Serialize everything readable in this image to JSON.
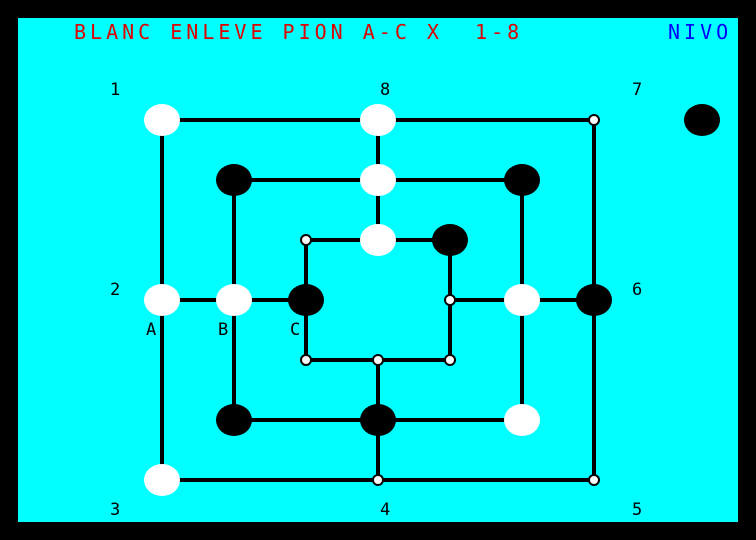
{
  "status_line": "BLANC ENLEVE PION A-C X  1-8",
  "level_label": "NIVO",
  "colors": {
    "background": "#00ffff",
    "border": "#000000",
    "status_text": "#e00000",
    "level_text": "#0000ff"
  },
  "position_labels": [
    "1",
    "8",
    "7",
    "2",
    "6",
    "3",
    "4",
    "5"
  ],
  "ring_labels": [
    "A",
    "B",
    "C"
  ],
  "board": {
    "points": [
      {
        "id": "A1",
        "piece": "white"
      },
      {
        "id": "A8",
        "piece": "white"
      },
      {
        "id": "A7",
        "piece": "empty"
      },
      {
        "id": "A2",
        "piece": "white"
      },
      {
        "id": "A6",
        "piece": "black"
      },
      {
        "id": "A3",
        "piece": "white"
      },
      {
        "id": "A4",
        "piece": "empty"
      },
      {
        "id": "A5",
        "piece": "empty"
      },
      {
        "id": "B1",
        "piece": "black"
      },
      {
        "id": "B8",
        "piece": "white"
      },
      {
        "id": "B7",
        "piece": "black"
      },
      {
        "id": "B2",
        "piece": "white"
      },
      {
        "id": "B6",
        "piece": "white"
      },
      {
        "id": "B3",
        "piece": "black"
      },
      {
        "id": "B4",
        "piece": "black"
      },
      {
        "id": "B5",
        "piece": "white"
      },
      {
        "id": "C1",
        "piece": "empty"
      },
      {
        "id": "C8",
        "piece": "white"
      },
      {
        "id": "C7",
        "piece": "black"
      },
      {
        "id": "C2",
        "piece": "black"
      },
      {
        "id": "C6",
        "piece": "empty"
      },
      {
        "id": "C3",
        "piece": "empty"
      },
      {
        "id": "C4",
        "piece": "empty"
      },
      {
        "id": "C5",
        "piece": "empty"
      }
    ],
    "reserve": [
      {
        "piece": "black"
      }
    ]
  }
}
